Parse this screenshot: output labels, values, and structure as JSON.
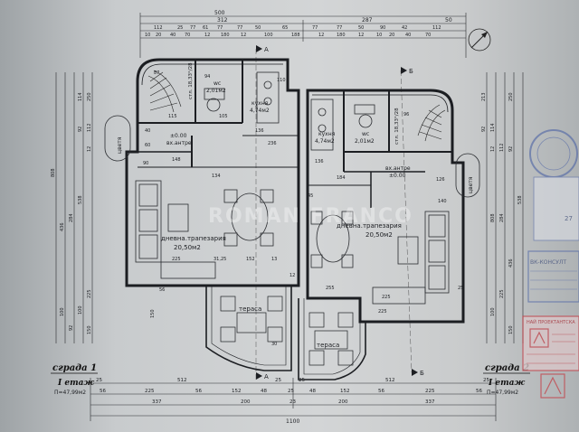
{
  "top_dims": {
    "row1": [
      "500"
    ],
    "row2": [
      "312",
      "287",
      "50"
    ],
    "row3": [
      "112",
      "25",
      "77",
      "61",
      "77",
      "77",
      "50",
      "65",
      "77",
      "77",
      "50",
      "90",
      "42",
      "112"
    ],
    "row4": [
      "10",
      "20",
      "40",
      "70",
      "12",
      "180",
      "12",
      "100",
      "188",
      "12",
      "180",
      "12",
      "10",
      "20",
      "40",
      "70"
    ]
  },
  "bottom_dims": {
    "row1": [
      "25",
      "512",
      "25",
      "25",
      "512",
      "25"
    ],
    "row2": [
      "56",
      "225",
      "56",
      "152",
      "48",
      "25",
      "48",
      "152",
      "56",
      "225",
      "56"
    ],
    "row3": [
      "337",
      "200",
      "23",
      "200",
      "337"
    ],
    "row4": [
      "1100"
    ]
  },
  "left_dims": {
    "outer": [
      "808",
      "436",
      "284",
      "538"
    ],
    "inner": [
      "250",
      "114",
      "92",
      "112",
      "12",
      "100",
      "225",
      "150",
      "100",
      "92"
    ]
  },
  "right_dims": {
    "outer": [
      "538",
      "436",
      "284",
      "808"
    ],
    "inner": [
      "213",
      "92",
      "114",
      "12",
      "112",
      "92",
      "250",
      "100",
      "225",
      "150"
    ]
  },
  "section_marks": [
    "А",
    "А",
    "Б",
    "Б"
  ],
  "rooms_left": {
    "stair_label": "стл. 18,33°/28",
    "wc": "wc",
    "wc_area": "2,01м2",
    "kitchen": "кухня",
    "kitchen_area": "4,74м2",
    "antre": "вх.антре",
    "antre_level": "±0.00",
    "living": "дневна.трапезария",
    "living_area": "20,50м2",
    "terrace": "тераса",
    "flower": "цветя"
  },
  "rooms_right": {
    "stair_label": "стл. 18,33°/28",
    "wc": "wc",
    "wc_area": "2,01м2",
    "kitchen": "кухня",
    "kitchen_area": "4,74м2",
    "antre": "вх.антре",
    "antre_level": "±0.00",
    "living": "дневна.трапезария",
    "living_area": "20,50м2",
    "terrace": "тераса",
    "flower": "цветя"
  },
  "interior_dims": [
    "87",
    "115",
    "105",
    "110",
    "94",
    "40",
    "60",
    "136",
    "184",
    "148",
    "134",
    "236",
    "90",
    "225",
    "31,25",
    "152",
    "13",
    "225",
    "12",
    "56",
    "150",
    "140",
    "225",
    "255",
    "126",
    "96",
    "136",
    "25",
    "45",
    "30"
  ],
  "legend_left": {
    "building": "сграда 1",
    "floor": "I етаж",
    "area": "П=47,99м2"
  },
  "legend_right": {
    "building": "сграда 2",
    "floor": "I етаж",
    "area": "П=47,99м2"
  },
  "watermark": "ROMAN FRANCO",
  "stamp_text": "ВК-КОНСУЛТ",
  "stamp2_text": "НАЙ ПРОЕКТАНТСКА",
  "right_edge_number": "27",
  "colors": {
    "paper": "#d3d5d6",
    "ink": "#1c1e22",
    "stamp_blue": "#5b6fa8",
    "stamp_red": "#c2484f"
  }
}
